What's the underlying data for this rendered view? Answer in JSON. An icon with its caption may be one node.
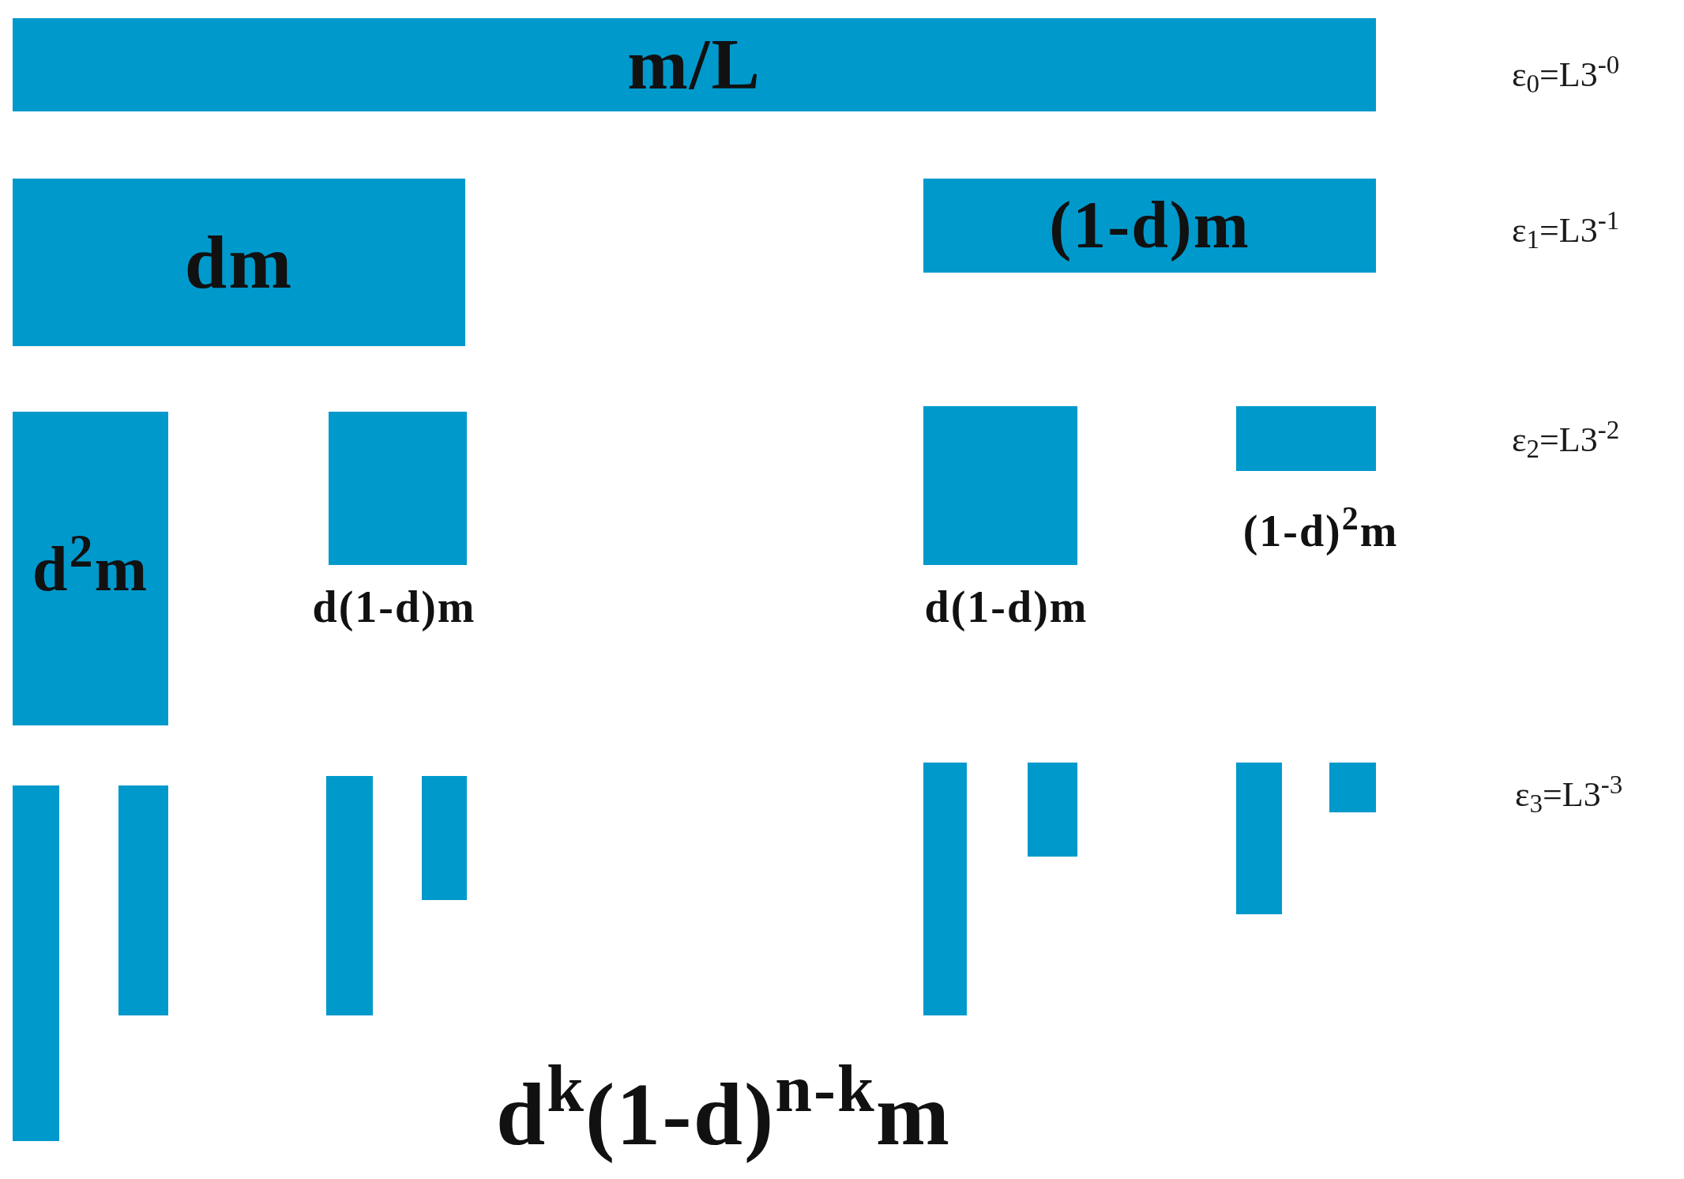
{
  "diagram": {
    "nodes": [
      {
        "text": [
          "m/L"
        ]
      },
      {
        "text": [
          "dm"
        ]
      },
      {
        "text": [
          "(1-d)m"
        ]
      },
      {
        "text": [
          "d$^{2}$m"
        ]
      },
      {
        "text": [],
        "shape": "bar",
        "beside": [
          "d(1-d)m"
        ]
      },
      {
        "text": [],
        "shape": "bar",
        "beside": [
          "d(1-d)m"
        ]
      },
      {
        "text": [],
        "shape": "bar",
        "beside": [
          "(1-d)$^{2}$m"
        ]
      },
      {
        "text": [],
        "shape": "bar"
      },
      {
        "text": [],
        "shape": "bar"
      },
      {
        "text": [],
        "shape": "bar"
      },
      {
        "text": [],
        "shape": "bar"
      },
      {
        "text": [],
        "shape": "bar"
      },
      {
        "text": [],
        "shape": "bar"
      },
      {
        "text": [],
        "shape": "bar"
      },
      {
        "text": [],
        "shape": "bar"
      }
    ],
    "labels": [
      "ε$_{0}$=L3$^{-0}$",
      "ε$_{1}$=L3$^{-1}$",
      "ε$_{2}$=L3$^{-2}$",
      "ε$_{3}$=L3$^{-3}$",
      "d$^{k}$(1-d)$^{n-k}$m"
    ]
  }
}
